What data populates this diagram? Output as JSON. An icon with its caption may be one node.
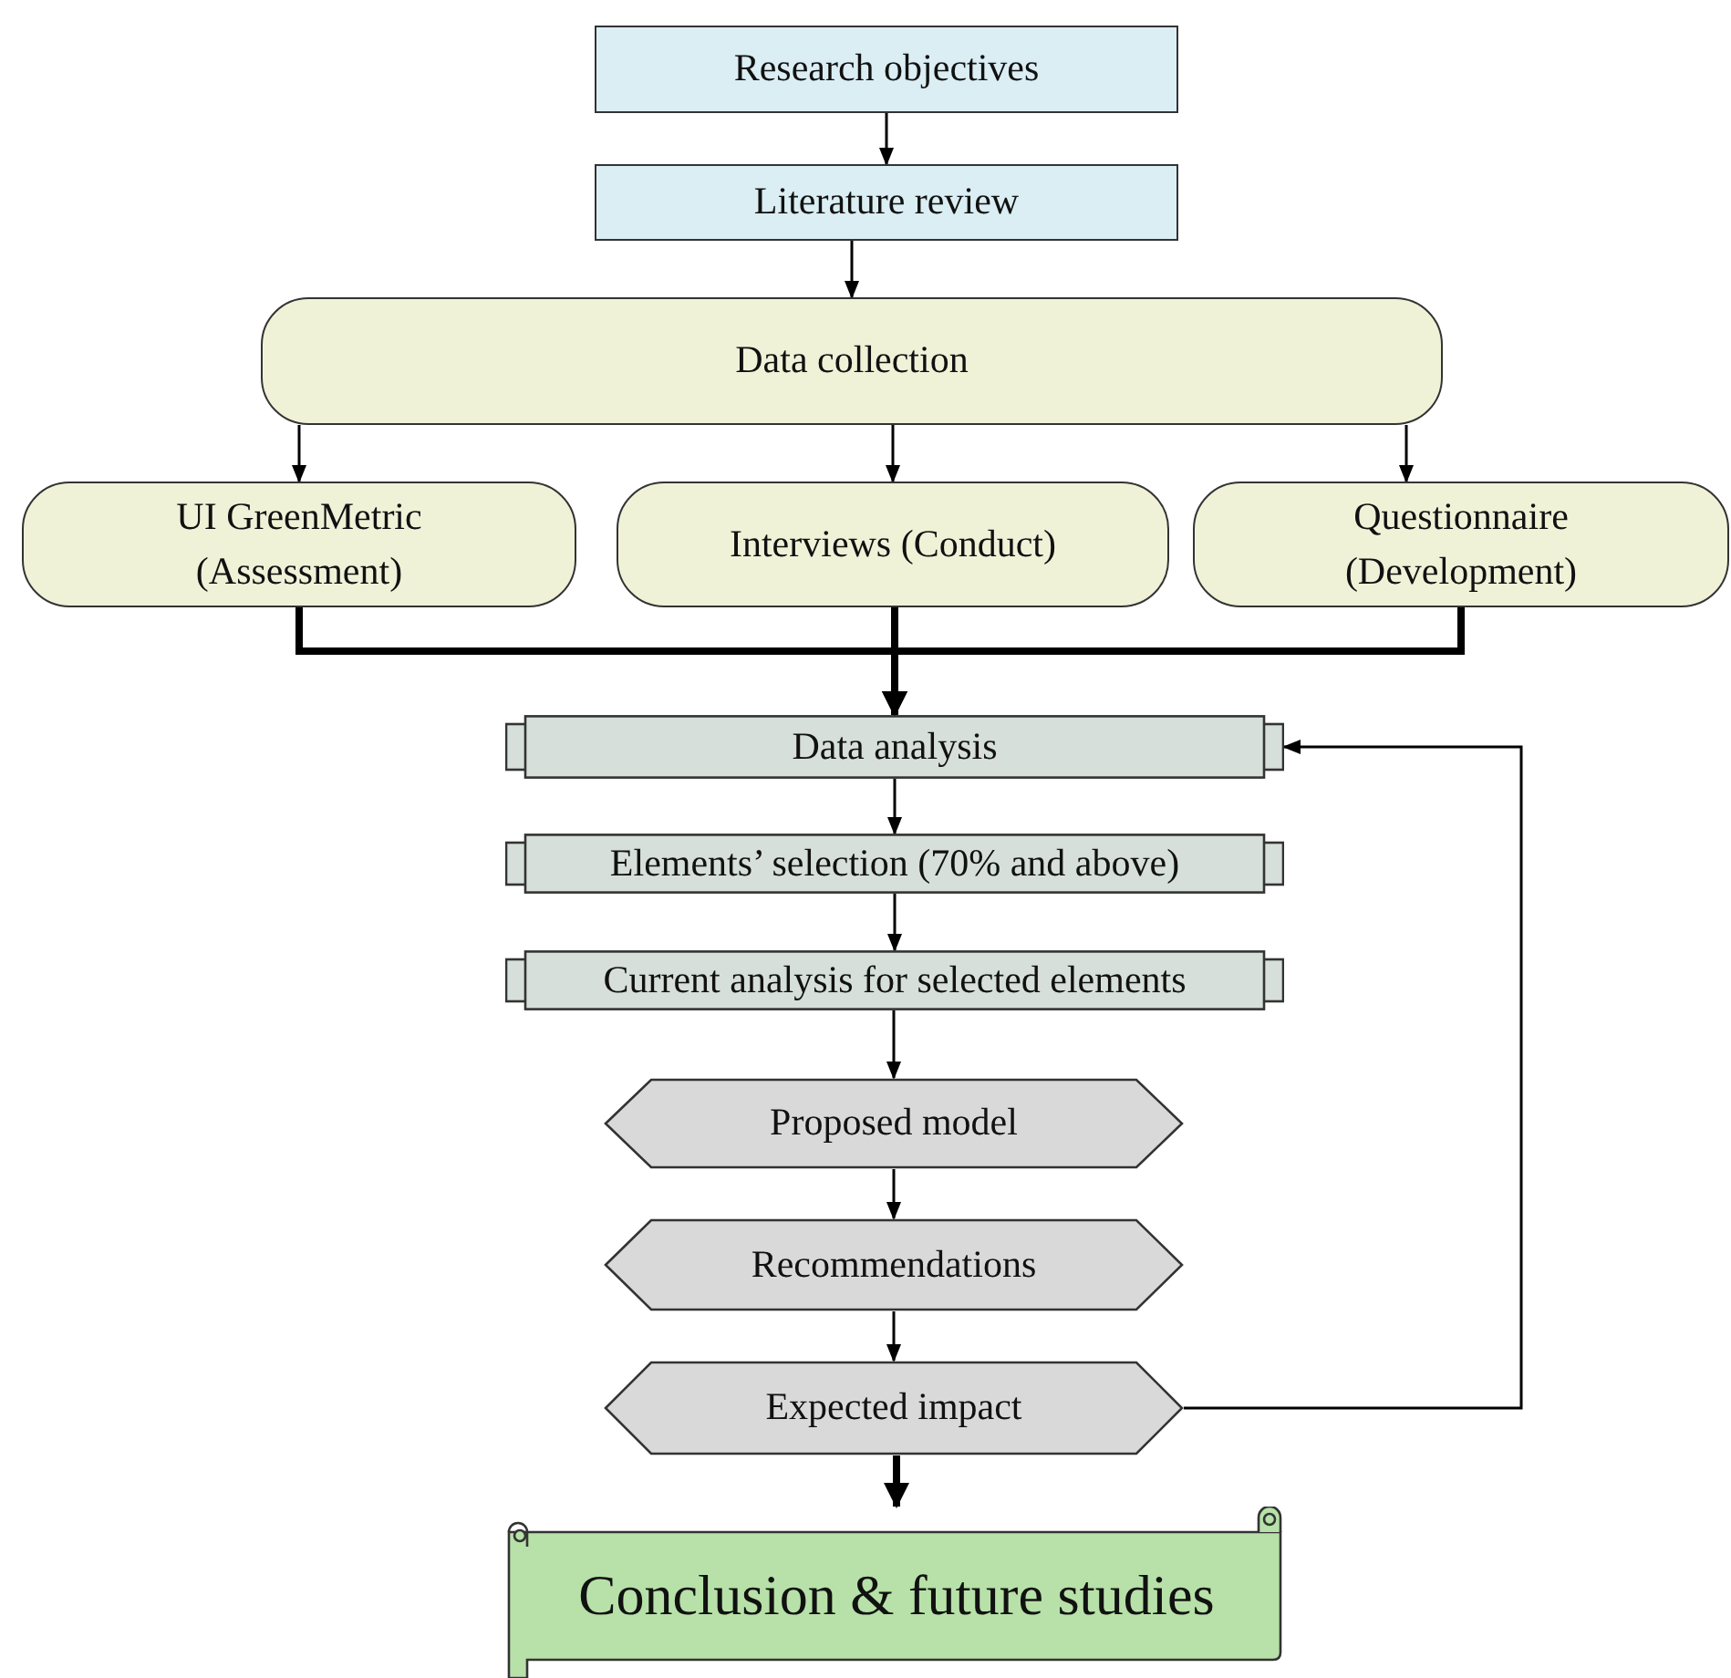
{
  "diagram": {
    "nodes": [
      {
        "text": [
          "Research objectives"
        ]
      },
      {
        "text": [
          "Literature review"
        ]
      },
      {
        "text": [
          "Data collection"
        ]
      },
      {
        "text": [
          "UI GreenMetric (Assessment)"
        ]
      },
      {
        "text": [
          "Interviews (Conduct)"
        ]
      },
      {
        "text": [
          "Questionnaire (Development)"
        ]
      },
      {
        "text": [
          "Data analysis"
        ]
      },
      {
        "text": [
          "Elements’ selection (70% and above)"
        ]
      },
      {
        "text": [
          "Current analysis for selected elements"
        ]
      },
      {
        "text": [
          "Proposed model"
        ]
      },
      {
        "text": [
          "Recommendations"
        ]
      },
      {
        "text": [
          "Expected impact"
        ]
      },
      {
        "text": [
          "Conclusion & future studies"
        ]
      }
    ],
    "edges": [
      {
        "from": 0,
        "to": 1,
        "arrow": "to"
      },
      {
        "from": 1,
        "to": 2,
        "arrow": "to"
      },
      {
        "from": 2,
        "to": 3,
        "arrow": "to"
      },
      {
        "from": 2,
        "to": 4,
        "arrow": "to"
      },
      {
        "from": 2,
        "to": 5,
        "arrow": "to"
      },
      {
        "from": 3,
        "to": 6,
        "arrow": "to",
        "style": "thick"
      },
      {
        "from": 4,
        "to": 6,
        "arrow": "to",
        "style": "thick"
      },
      {
        "from": 5,
        "to": 6,
        "arrow": "to",
        "style": "thick"
      },
      {
        "from": 6,
        "to": 7,
        "arrow": "to"
      },
      {
        "from": 7,
        "to": 8,
        "arrow": "to"
      },
      {
        "from": 8,
        "to": 9,
        "arrow": "to"
      },
      {
        "from": 9,
        "to": 10,
        "arrow": "to"
      },
      {
        "from": 10,
        "to": 11,
        "arrow": "to"
      },
      {
        "from": 11,
        "to": 12,
        "arrow": "to",
        "style": "thick"
      },
      {
        "from": 11,
        "to": 6,
        "arrow": "to"
      }
    ]
  }
}
